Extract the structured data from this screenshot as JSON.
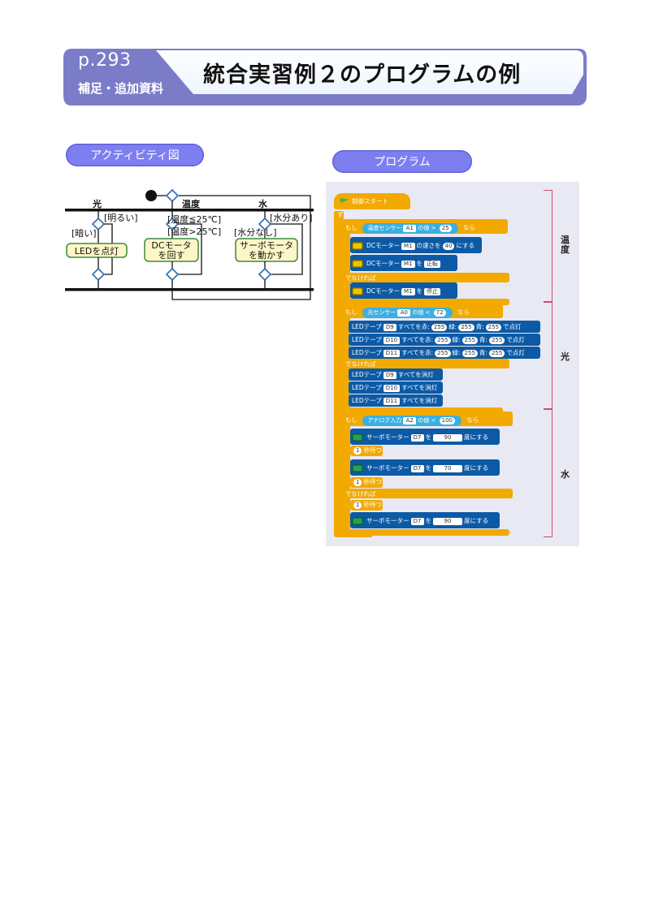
{
  "header": {
    "page": "p.293",
    "subtitle": "補足・追加資料",
    "title": "統合実習例２のプログラムの例"
  },
  "activity": {
    "label": "アクティビティ図",
    "columns": [
      "光",
      "温度",
      "水"
    ],
    "guards": {
      "light_bright": "[明るい]",
      "light_dark": "[暗い]",
      "temp_low": "[温度≦25℃]",
      "temp_high": "[温度>25℃]",
      "water_yes": "[水分あり]",
      "water_no": "[水分なし]"
    },
    "actions": {
      "led_on": "LEDを点灯",
      "dc_line1": "DCモータ",
      "dc_line2": "を回す",
      "servo_line1": "サーボモータ",
      "servo_line2": "を動かす"
    }
  },
  "program": {
    "label": "プログラム",
    "sections": [
      "温度",
      "光",
      "水"
    ],
    "blocks": {
      "start": "制御スタート",
      "forever": "ずっと",
      "if": "もし",
      "then": "なら",
      "else": "でなければ",
      "temp_sensor": "温度センサー",
      "light_sensor": "光センサー",
      "analog_in": "アナログ入力",
      "value_of": "の値",
      "dc_motor": "DCモーター",
      "speed_to": "の速さを",
      "set_to": "にする",
      "wo": "を",
      "forward": "正転",
      "stop": "停止",
      "led_tape": "LEDテープ",
      "all_red": "すべてを赤:",
      "green": "緑:",
      "blue": "青:",
      "light_on": "で点灯",
      "all_off": "すべてを消灯",
      "servo": "サーボモーター",
      "degree": "度にする",
      "wait": "秒待つ",
      "ports": {
        "A1": "A1",
        "A0": "A0",
        "A2": "A2",
        "M1": "M1",
        "D9": "D9",
        "D10": "D10",
        "D11": "D11",
        "D7": "D7"
      },
      "values": {
        "temp_threshold": "25",
        "speed": "40",
        "light_threshold": "72",
        "rgb": "255",
        "water_threshold": "100",
        "angle_a": "90",
        "angle_b": "70",
        "one": "1",
        "gt": ">",
        "lt": "<"
      }
    }
  },
  "colors": {
    "header_purple": "#7b7cc8",
    "pill": "#7d7ff0",
    "block_orange": "#f2a900",
    "block_blue": "#0c5aa6",
    "bracket": "#cc4b6d"
  }
}
